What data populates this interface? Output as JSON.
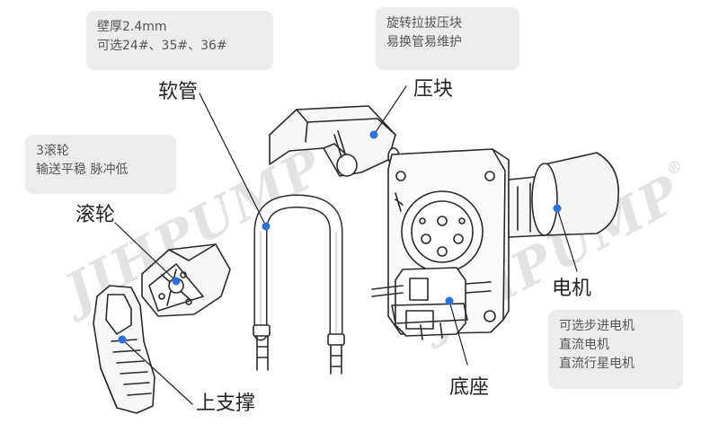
{
  "notes": {
    "wall": [
      "壁厚2.4mm",
      "可选24#、35#、36#"
    ],
    "block": [
      "旋转拉拔压块",
      "易换管易维护"
    ],
    "rollers": [
      "3滚轮",
      "输送平稳  脉冲低"
    ],
    "motor": [
      "可选步进电机",
      "直流电机",
      "直流行星电机"
    ]
  },
  "labels": {
    "tube": "软管",
    "press_block": "压块",
    "roller": "滚轮",
    "motor": "电机",
    "base": "底座",
    "upper_support": "上支撑"
  },
  "watermark": {
    "text": "JIHPUMP",
    "mark": "®"
  },
  "colors": {
    "note_bg": "#ececec",
    "note_text": "#555555",
    "label_text": "#222222",
    "marker": "#2f6fd6",
    "line": "#222222"
  }
}
